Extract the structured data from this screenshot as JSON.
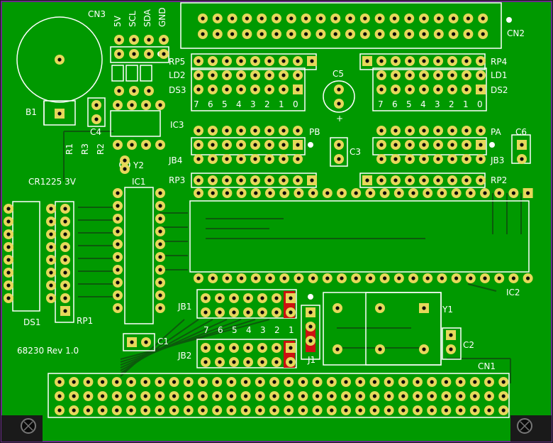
{
  "board": {
    "title": "68230  Rev 1.0",
    "colors": {
      "pcb": "#009900",
      "copper": "#e6d85a",
      "silk": "#ffffff",
      "trace": "#0c5a0c",
      "jumper": "#cc1111",
      "edge": "#5a1a7a"
    }
  },
  "labels": {
    "cn3": "CN3",
    "cn3_pins": [
      "5V",
      "SCL",
      "SDA",
      "GND"
    ],
    "b1": "B1",
    "c4": "C4",
    "r1": "R1",
    "r3": "R3",
    "r2": "R2",
    "ic3": "IC3",
    "y2": "Y2",
    "battery": "CR1225  3V",
    "ic1": "IC1",
    "ds1": "DS1",
    "rp1": "RP1",
    "c1": "C1",
    "cn2": "CN2",
    "rp5": "RP5",
    "ld2": "LD2",
    "ds3": "DS3",
    "rp4": "RP4",
    "ld1": "LD1",
    "ds2": "DS2",
    "c5": "C5",
    "c5_plus": "+",
    "bits_left": [
      "7",
      "6",
      "5",
      "4",
      "3",
      "2",
      "1",
      "0"
    ],
    "bits_right": [
      "7",
      "6",
      "5",
      "4",
      "3",
      "2",
      "1",
      "0"
    ],
    "pb": "PB",
    "pa": "PA",
    "c6": "C6",
    "c3": "C3",
    "jb4": "JB4",
    "jb3": "JB3",
    "rp3": "RP3",
    "rp2": "RP2",
    "ic2": "IC2",
    "jb1": "JB1",
    "jb2": "JB2",
    "jb_bits": [
      "7",
      "6",
      "5",
      "4",
      "3",
      "2",
      "1"
    ],
    "j1": "J1",
    "y1": "Y1",
    "c2": "C2",
    "cn1": "CN1"
  }
}
